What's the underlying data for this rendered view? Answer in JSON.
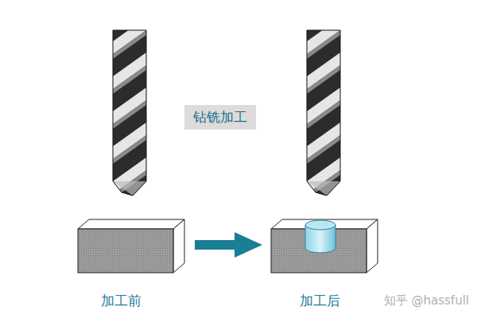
{
  "diagram": {
    "nodes": [
      {
        "text": [
          "钻铣加工"
        ]
      }
    ],
    "labels": [
      "加工前",
      "加工后",
      "知乎 @hassfull"
    ]
  }
}
